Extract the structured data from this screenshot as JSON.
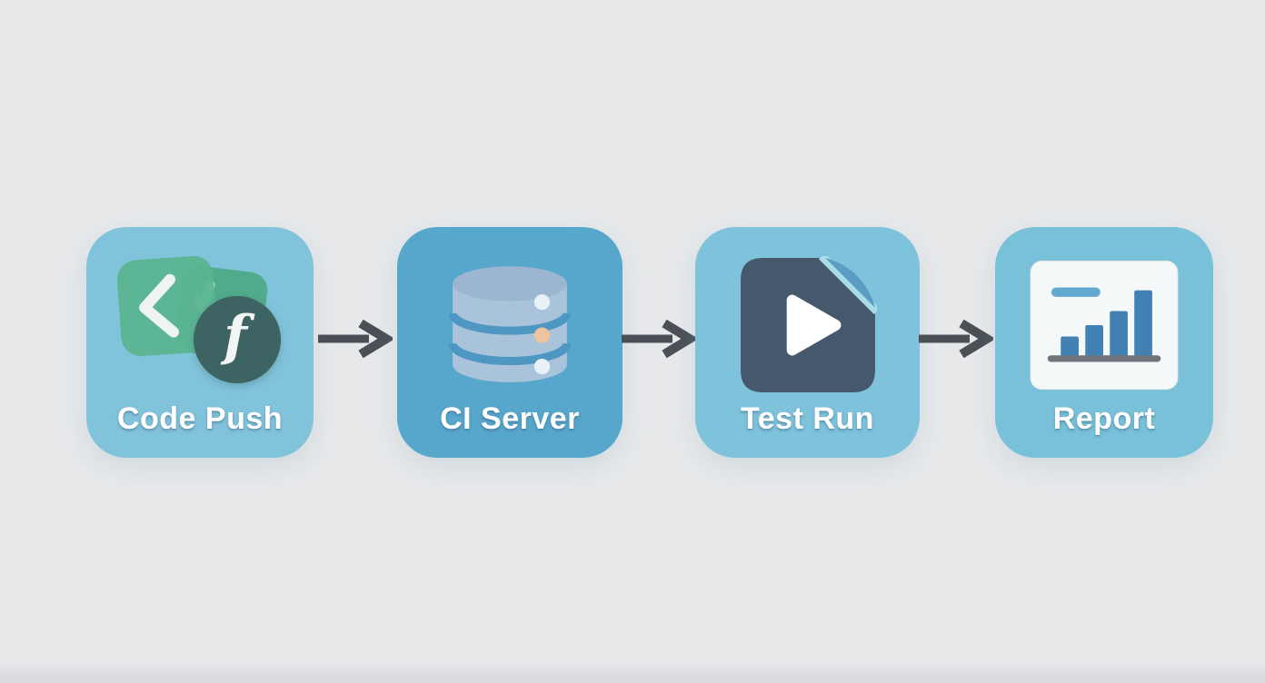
{
  "page": {
    "background_color": "#e6e8ea",
    "bottom_band_color": "#d9dbde"
  },
  "pipeline": {
    "steps": [
      {
        "label": "Code Push",
        "icon": "code-commit-icon",
        "card_color": "#81c3da"
      },
      {
        "label": "CI Server",
        "icon": "database-icon",
        "card_color": "#57a6cc"
      },
      {
        "label": "Test Run",
        "icon": "play-file-icon",
        "card_color": "#7ec2db"
      },
      {
        "label": "Report",
        "icon": "bar-chart-icon",
        "card_color": "#79c0d9"
      }
    ],
    "arrow_color": "#4a5056",
    "label_color": "#ffffff"
  },
  "accent_colors": {
    "green_square": "#58b392",
    "green_square_back": "#4fab8b",
    "dark_teal_circle": "#3d6362",
    "db_cylinder_body": "#a9c4da",
    "db_cylinder_top": "#9cb6d1",
    "db_band": "#4f97c3",
    "db_dot_light": "#e9f1f6",
    "db_dot_orange": "#eec49e",
    "doc_dark": "#46586c",
    "doc_fold": "#5b9cc4",
    "doc_fold_edge": "#a9dce6",
    "play_triangle": "#ffffff",
    "chart_panel": "#f5f8f9",
    "chart_bar": "#4281b3",
    "chart_dash": "#63a9cf",
    "chart_baseline": "#6e747a"
  }
}
